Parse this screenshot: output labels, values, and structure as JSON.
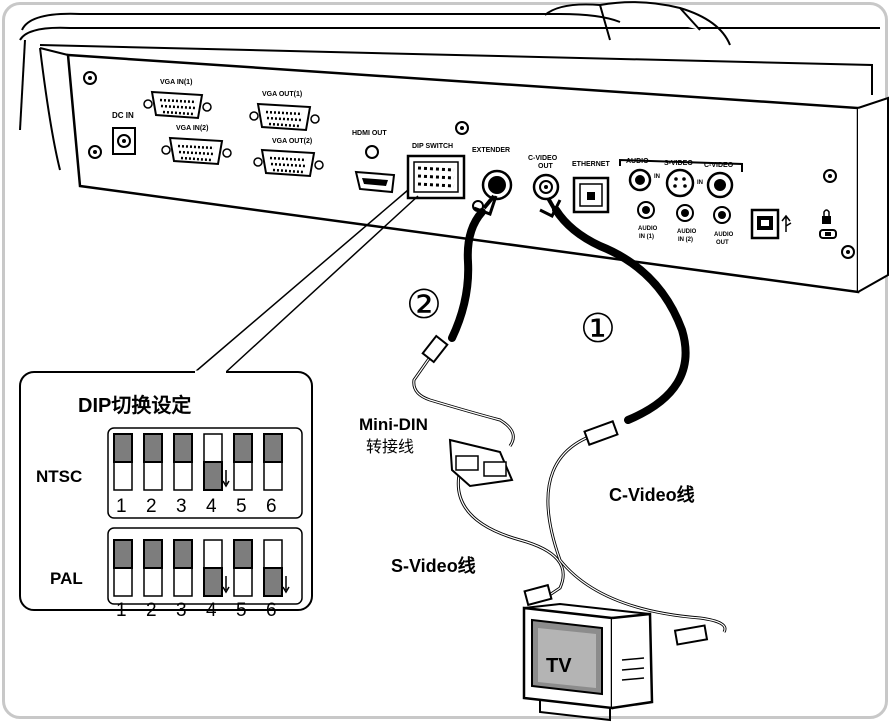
{
  "ports": {
    "dc_in": "DC IN",
    "vga_in_1": "VGA IN(1)",
    "vga_in_2": "VGA IN(2)",
    "vga_out_1": "VGA OUT(1)",
    "vga_out_2": "VGA OUT(2)",
    "hdmi_out": "HDMI OUT",
    "dip_switch": "DIP SWITCH",
    "extender": "EXTENDER",
    "c_video_out_1": "C-VIDEO",
    "c_video_out_2": "OUT",
    "ethernet": "ETHERNET",
    "audio": "AUDIO",
    "s_video": "S-VIDEO",
    "c_video": "C-VIDEO",
    "in_a": "IN",
    "in_b": "IN",
    "audio_in1_a": "AUDIO",
    "audio_in1_b": "IN (1)",
    "audio_in2_a": "AUDIO",
    "audio_in2_b": "IN (2)",
    "audio_out_a": "AUDIO",
    "audio_out_b": "OUT"
  },
  "steps": {
    "one": "①",
    "two": "②"
  },
  "dip_panel": {
    "title": "DIP切换设定",
    "ntsc_label": "NTSC",
    "pal_label": "PAL",
    "switch_numbers": [
      "1",
      "2",
      "3",
      "4",
      "5",
      "6"
    ],
    "ntsc_states": [
      "up",
      "up",
      "up",
      "down",
      "up",
      "up"
    ],
    "pal_states": [
      "up",
      "up",
      "up",
      "down",
      "up",
      "down"
    ]
  },
  "labels": {
    "mini_din_1": "Mini-DIN",
    "mini_din_2": "转接线",
    "c_video_cable": "C-Video线",
    "s_video_cable": "S-Video线",
    "tv": "TV"
  }
}
